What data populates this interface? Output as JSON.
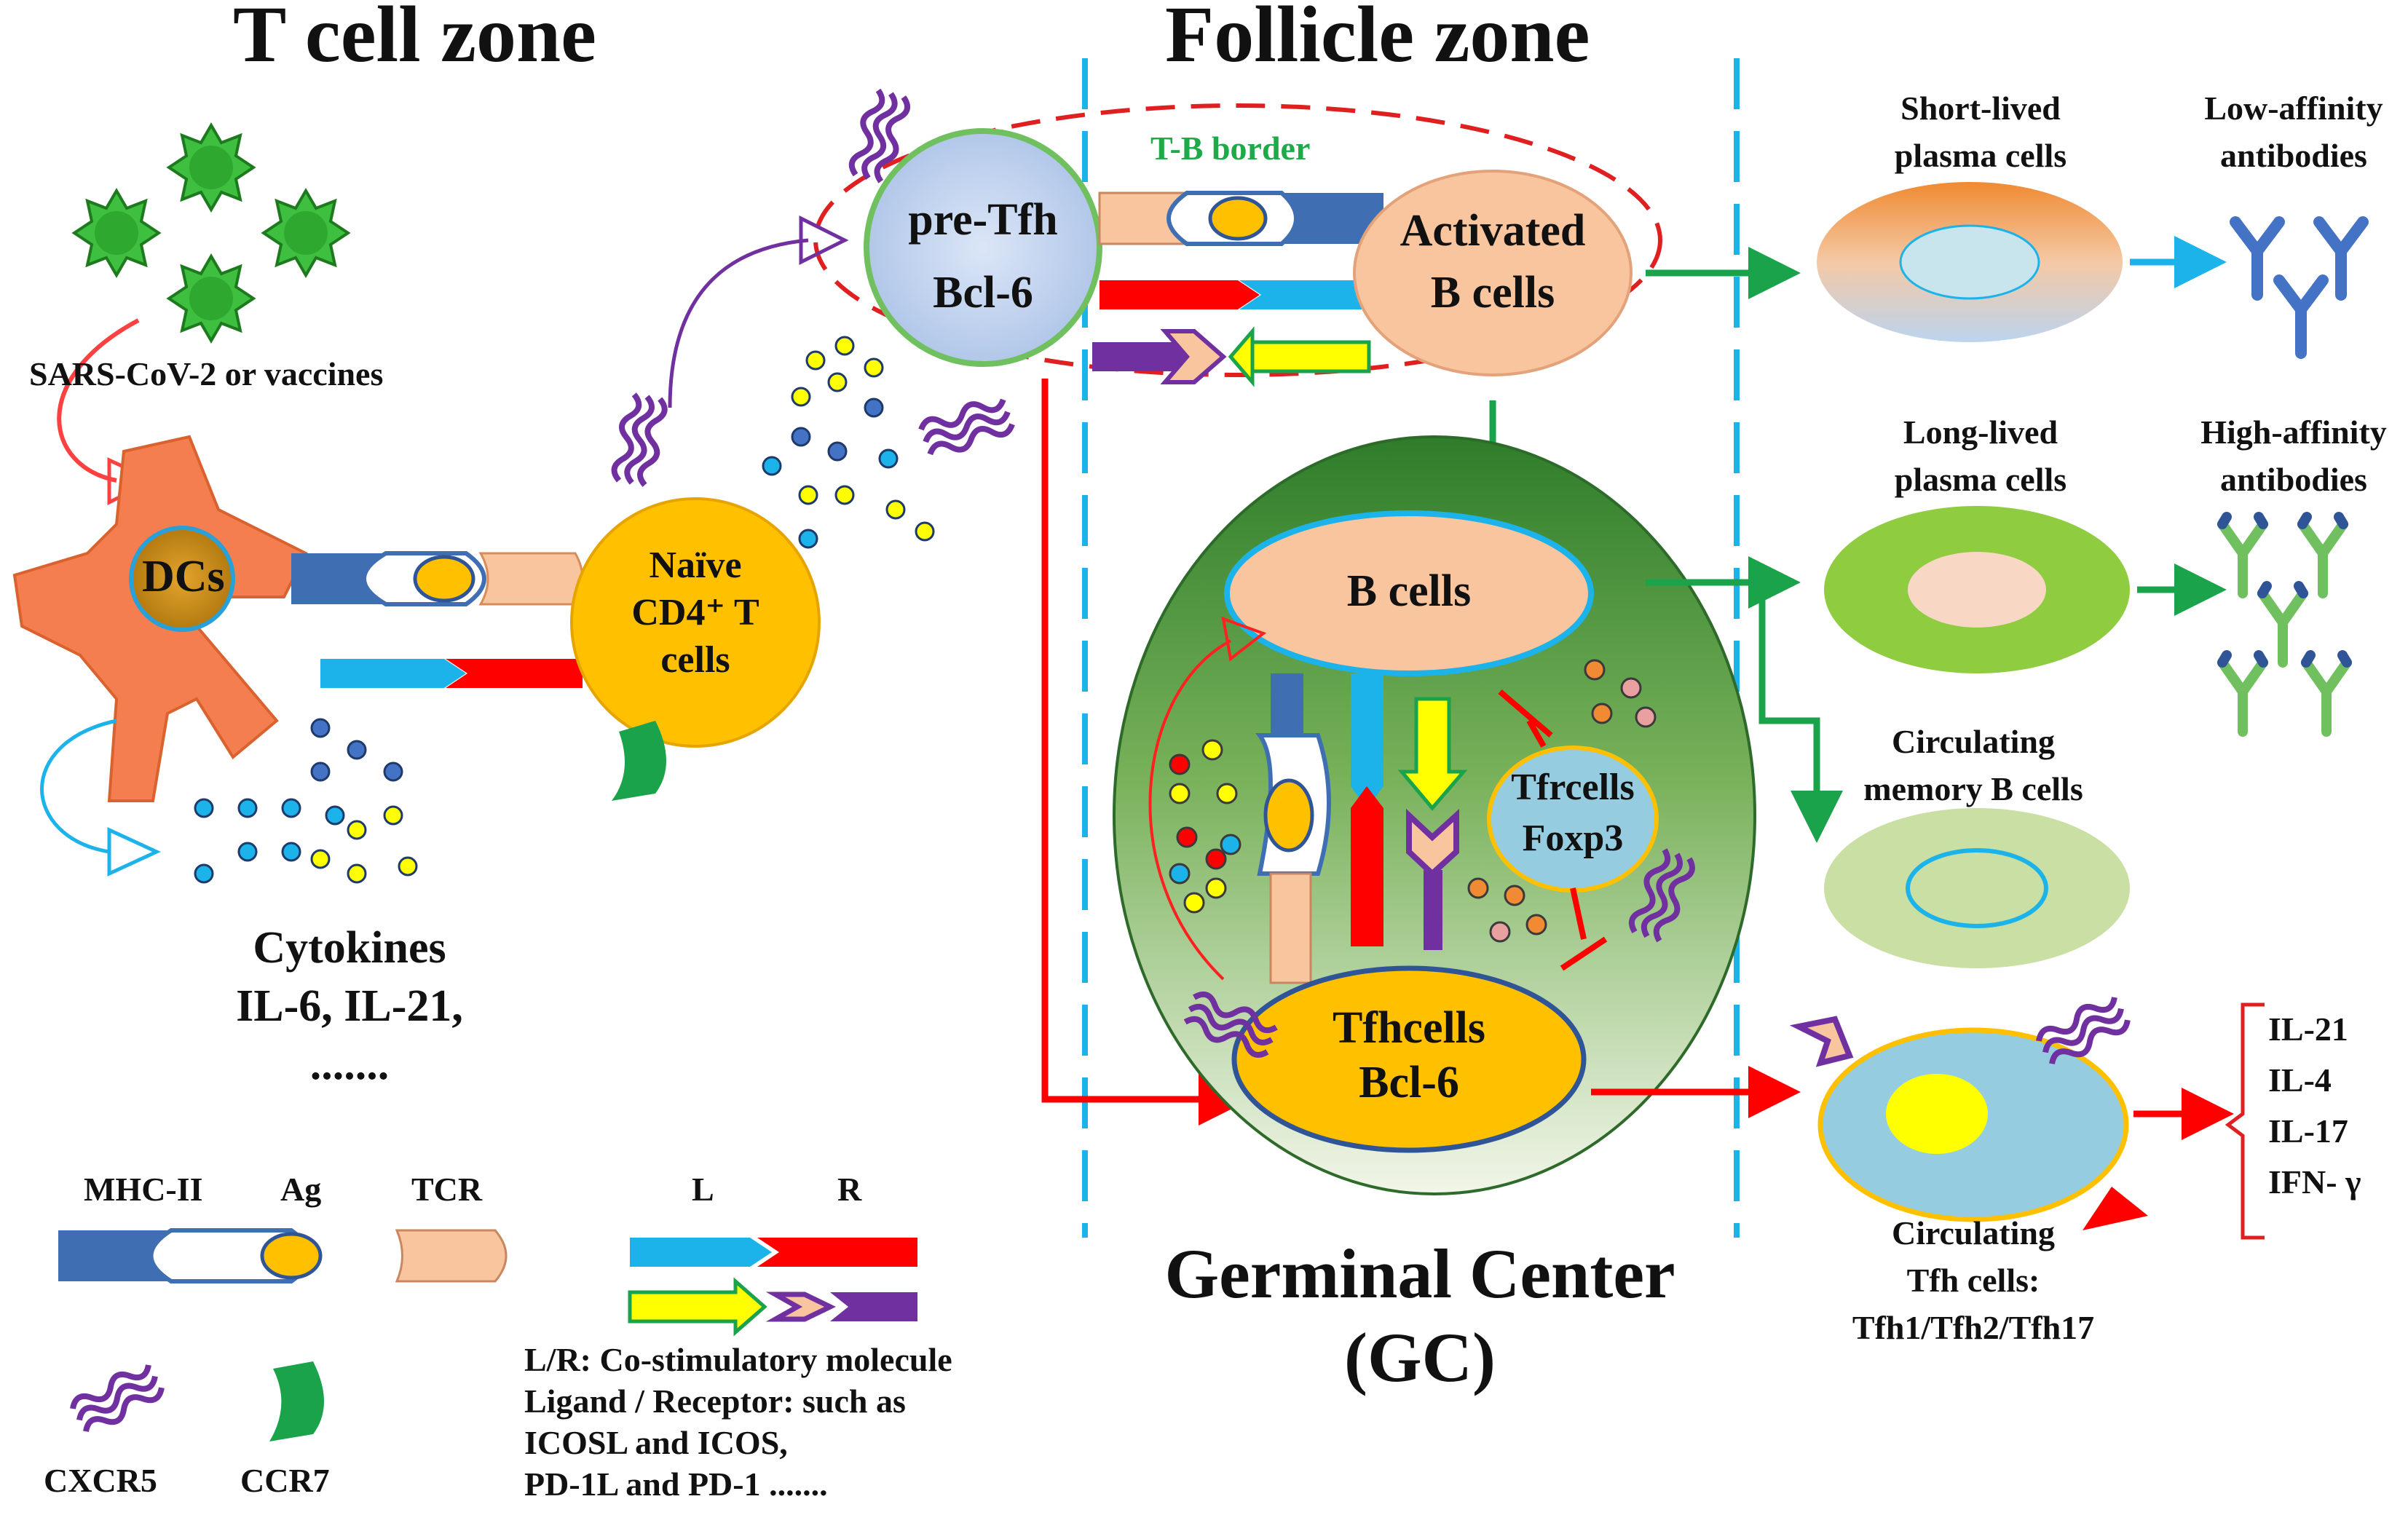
{
  "zones": {
    "t_cell": "T cell zone",
    "follicle": "Follicle zone"
  },
  "labels": {
    "sars": "SARS-CoV-2 or vaccines",
    "dcs": "DCs",
    "naive": [
      "Naïve",
      "CD4⁺ T",
      "cells"
    ],
    "cytokines": [
      "Cytokines",
      "IL-6, IL-21,",
      "......."
    ],
    "pre_tfh": [
      "pre-Tfh",
      "Bcl-6"
    ],
    "tb_border": "T-B border",
    "activated_b": [
      "Activated",
      "B cells"
    ],
    "gc_b": "B cells",
    "tfr": [
      "Tfrcells",
      "Foxp3"
    ],
    "tfh": [
      "Tfhcells",
      "Bcl-6"
    ],
    "gc_title": [
      "Germinal Center",
      "(GC)"
    ],
    "short_lived": [
      "Short-lived",
      "plasma cells"
    ],
    "long_lived": [
      "Long-lived",
      "plasma cells"
    ],
    "memory_b": [
      "Circulating",
      "memory B cells"
    ],
    "circ_tfh": [
      "Circulating",
      "Tfh cells:",
      "Tfh1/Tfh2/Tfh17"
    ],
    "low_aff": [
      "Low-affinity",
      "antibodies"
    ],
    "high_aff": [
      "High-affinity",
      "antibodies"
    ],
    "cytokine_list": [
      "IL-21",
      "IL-4",
      "IL-17",
      "IFN- γ"
    ]
  },
  "legend": {
    "mhc": "MHC-II",
    "ag": "Ag",
    "tcr": "TCR",
    "l": "L",
    "r": "R",
    "cxcr5": "CXCR5",
    "ccr7": "CCR7",
    "note": [
      "L/R: Co-stimulatory molecule",
      "Ligand / Receptor: such as",
      "ICOSL and ICOS,",
      "PD-1L  and PD-1  ......."
    ]
  },
  "colors": {
    "dc": "#f47e4f",
    "naive": "#ffc000",
    "pre_tfh": "#b3c9ea",
    "activated_b": "#f8c59f",
    "gc_dark": "#3f8f3a",
    "tfh": "#ffc000",
    "tfr": "#96cce0",
    "arrow_green": "#1aa34a",
    "arrow_red": "#ff0000",
    "blue": "#1cb2ea",
    "purple": "#7030a0",
    "mhc": "#3f6fb2",
    "tcr": "#f8c59f"
  },
  "icons": [
    "virus-icon",
    "receptor-cxcr5-icon",
    "receptor-ccr7-icon",
    "antibody-icon",
    "cytokine-dot-icon"
  ]
}
